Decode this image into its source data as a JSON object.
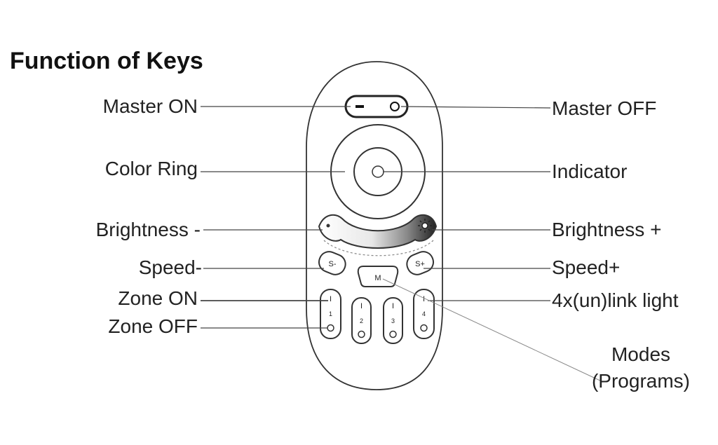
{
  "title": "Function of Keys",
  "labels": {
    "master_on": "Master ON",
    "master_off": "Master OFF",
    "color_ring": "Color Ring",
    "indicator": "Indicator",
    "brightness_minus": "Brightness -",
    "brightness_plus": "Brightness +",
    "speed_minus": "Speed-",
    "speed_plus": "Speed+",
    "zone_on": "Zone ON",
    "zone_off": "Zone OFF",
    "link_light": "4x(un)link light",
    "modes_line1": "Modes",
    "modes_line2": "(Programs)"
  },
  "keys": {
    "speed_minus": "S-",
    "speed_plus": "S+",
    "mode": "M",
    "on_mark": "I",
    "zone_numbers": [
      "1",
      "2",
      "3",
      "4"
    ]
  },
  "colors": {
    "outline": "#333333",
    "leader": "#444444"
  }
}
